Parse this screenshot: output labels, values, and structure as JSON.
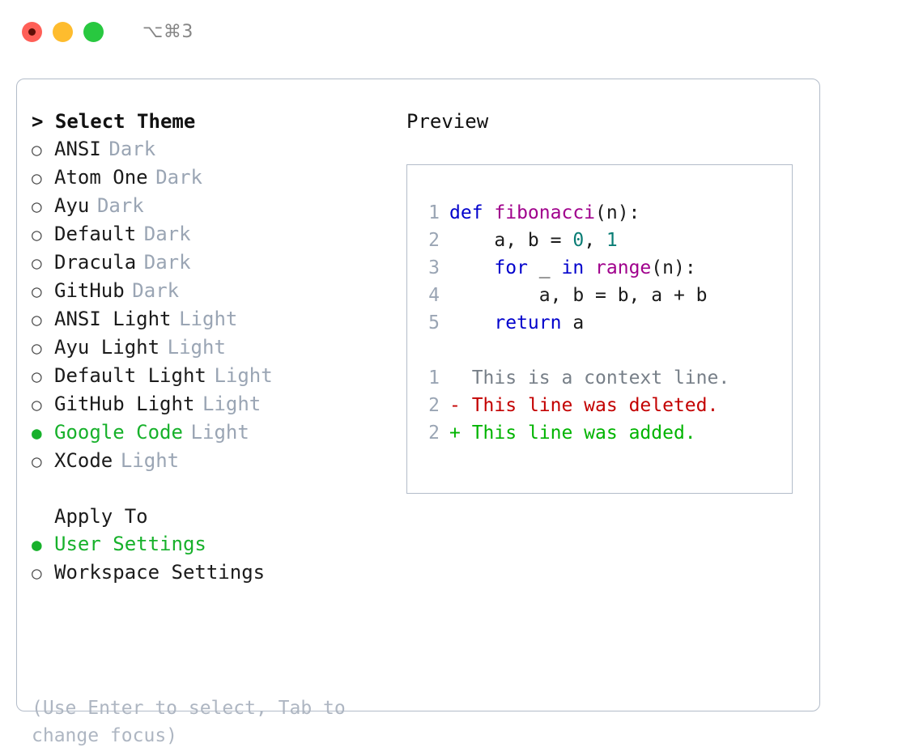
{
  "window": {
    "shortcut": "⌥⌘3",
    "traffic_lights": [
      {
        "name": "close",
        "color": "#ff5f57"
      },
      {
        "name": "minimize",
        "color": "#febc2e"
      },
      {
        "name": "maximize",
        "color": "#28c840"
      }
    ]
  },
  "picker": {
    "heading": "> Select Theme",
    "bullet_selected": "●",
    "bullet_unselected": "○",
    "accent_color": "#17b12b",
    "themes": [
      {
        "name": "ANSI",
        "variant": "Dark",
        "selected": false
      },
      {
        "name": "Atom One",
        "variant": "Dark",
        "selected": false
      },
      {
        "name": "Ayu",
        "variant": "Dark",
        "selected": false
      },
      {
        "name": "Default",
        "variant": "Dark",
        "selected": false
      },
      {
        "name": "Dracula",
        "variant": "Dark",
        "selected": false
      },
      {
        "name": "GitHub",
        "variant": "Dark",
        "selected": false
      },
      {
        "name": "ANSI Light",
        "variant": "Light",
        "selected": false
      },
      {
        "name": "Ayu Light",
        "variant": "Light",
        "selected": false
      },
      {
        "name": "Default Light",
        "variant": "Light",
        "selected": false
      },
      {
        "name": "GitHub Light",
        "variant": "Light",
        "selected": false
      },
      {
        "name": "Google Code",
        "variant": "Light",
        "selected": true
      },
      {
        "name": "XCode",
        "variant": "Light",
        "selected": false
      }
    ],
    "apply_to": {
      "heading": "Apply To",
      "options": [
        {
          "label": "User Settings",
          "selected": true
        },
        {
          "label": "Workspace Settings",
          "selected": false
        }
      ]
    },
    "hint": "(Use Enter to select, Tab to change focus)"
  },
  "preview": {
    "heading": "Preview",
    "code_lines": [
      {
        "no": "1",
        "tokens": [
          {
            "t": "def ",
            "c": "kw"
          },
          {
            "t": "fibonacci",
            "c": "fn"
          },
          {
            "t": "(n):",
            "c": "txt"
          }
        ]
      },
      {
        "no": "2",
        "tokens": [
          {
            "t": "    a, b = ",
            "c": "txt"
          },
          {
            "t": "0",
            "c": "num"
          },
          {
            "t": ", ",
            "c": "txt"
          },
          {
            "t": "1",
            "c": "num"
          }
        ]
      },
      {
        "no": "3",
        "tokens": [
          {
            "t": "    ",
            "c": "txt"
          },
          {
            "t": "for",
            "c": "kw"
          },
          {
            "t": " _ ",
            "c": "txt"
          },
          {
            "t": "in",
            "c": "kw"
          },
          {
            "t": " ",
            "c": "txt"
          },
          {
            "t": "range",
            "c": "fn"
          },
          {
            "t": "(n):",
            "c": "txt"
          }
        ]
      },
      {
        "no": "4",
        "tokens": [
          {
            "t": "        a, b = b, a + b",
            "c": "txt"
          }
        ]
      },
      {
        "no": "5",
        "tokens": [
          {
            "t": "    ",
            "c": "txt"
          },
          {
            "t": "return",
            "c": "kw"
          },
          {
            "t": " a",
            "c": "txt"
          }
        ]
      }
    ],
    "diff_lines": [
      {
        "no": "1",
        "marker": "  ",
        "text": "This is a context line.",
        "kind": "ctx"
      },
      {
        "no": "2",
        "marker": "- ",
        "text": "This line was deleted.",
        "kind": "del"
      },
      {
        "no": "2",
        "marker": "+ ",
        "text": "This line was added.",
        "kind": "add"
      }
    ]
  }
}
